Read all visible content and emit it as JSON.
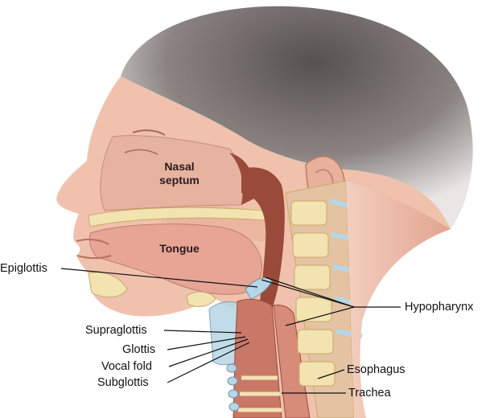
{
  "labels": {
    "nasal_septum_line1": "Nasal",
    "nasal_septum_line2": "septum",
    "tongue": "Tongue",
    "epiglottis": "Epiglottis",
    "hypopharynx": "Hypopharynx",
    "supraglottis": "Supraglottis",
    "glottis": "Glottis",
    "vocal_fold": "Vocal fold",
    "subglottis": "Subglottis",
    "esophagus": "Esophagus",
    "trachea": "Trachea"
  },
  "colors": {
    "skin": "#f0c2ad",
    "skin_shadow": "#dd9e88",
    "hair": "#6a6462",
    "bone": "#f2e3b0",
    "cavity": "#9a4a3a",
    "airway": "#c97868",
    "cartilage": "#b7d6e6",
    "leader": "#111111"
  }
}
